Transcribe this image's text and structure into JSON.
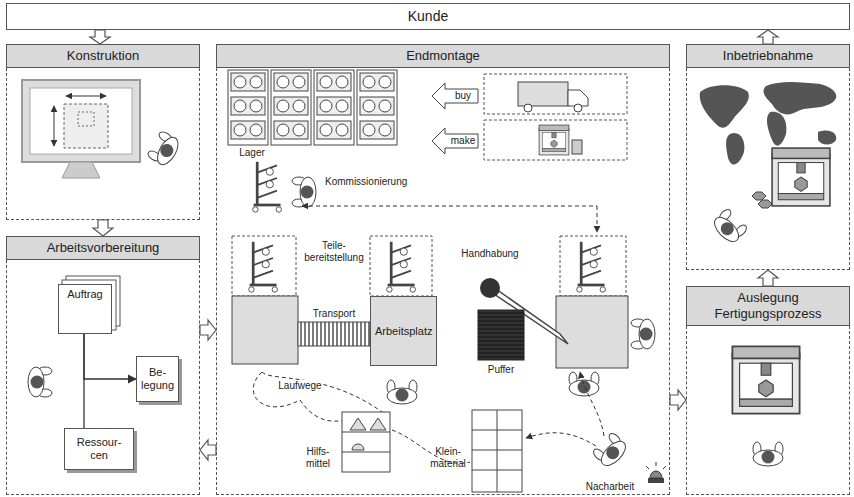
{
  "diagram": {
    "nodes": [
      {
        "text": [
          "Kunde"
        ]
      },
      {
        "text": [
          "Konstruktion"
        ]
      },
      {
        "text": [
          "Arbeitsvorbereitung"
        ]
      },
      {
        "text": [
          "Auftrag"
        ],
        "in": 2
      },
      {
        "text": [
          "Be- legung"
        ],
        "in": 2
      },
      {
        "text": [
          "Ressour- cen"
        ],
        "in": 2
      },
      {
        "text": [
          "Endmontage"
        ]
      },
      {
        "text": [
          "Arbeitsplatz"
        ],
        "in": 6
      },
      {
        "text": [
          "Inbetriebnahme"
        ]
      },
      {
        "text": [
          "Auslegung Fertigungsprozess"
        ]
      }
    ],
    "edges": [
      {
        "from": 0,
        "to": 1,
        "arrow": "to"
      },
      {
        "from": 1,
        "to": 2,
        "arrow": "to"
      },
      {
        "from": 2,
        "to": 6,
        "arrow": "to"
      },
      {
        "from": 6,
        "to": 2,
        "arrow": "to"
      },
      {
        "from": 6,
        "to": 9,
        "arrow": "to"
      },
      {
        "from": 9,
        "to": 8,
        "arrow": "to"
      },
      {
        "from": 8,
        "to": 0,
        "arrow": "to"
      },
      {
        "from": 3,
        "to": 5,
        "arrow": "none"
      },
      {
        "from": 3,
        "to": 4,
        "arrow": "to"
      }
    ],
    "labels": [
      "Lager",
      "buy",
      "make",
      "Kommissionierung",
      "Teile- bereitstellung",
      "Transport",
      "Handhabung",
      "Puffer",
      "Laufwege",
      "Hilfs- mittel",
      "Klein- material",
      "Nacharbeit"
    ]
  }
}
